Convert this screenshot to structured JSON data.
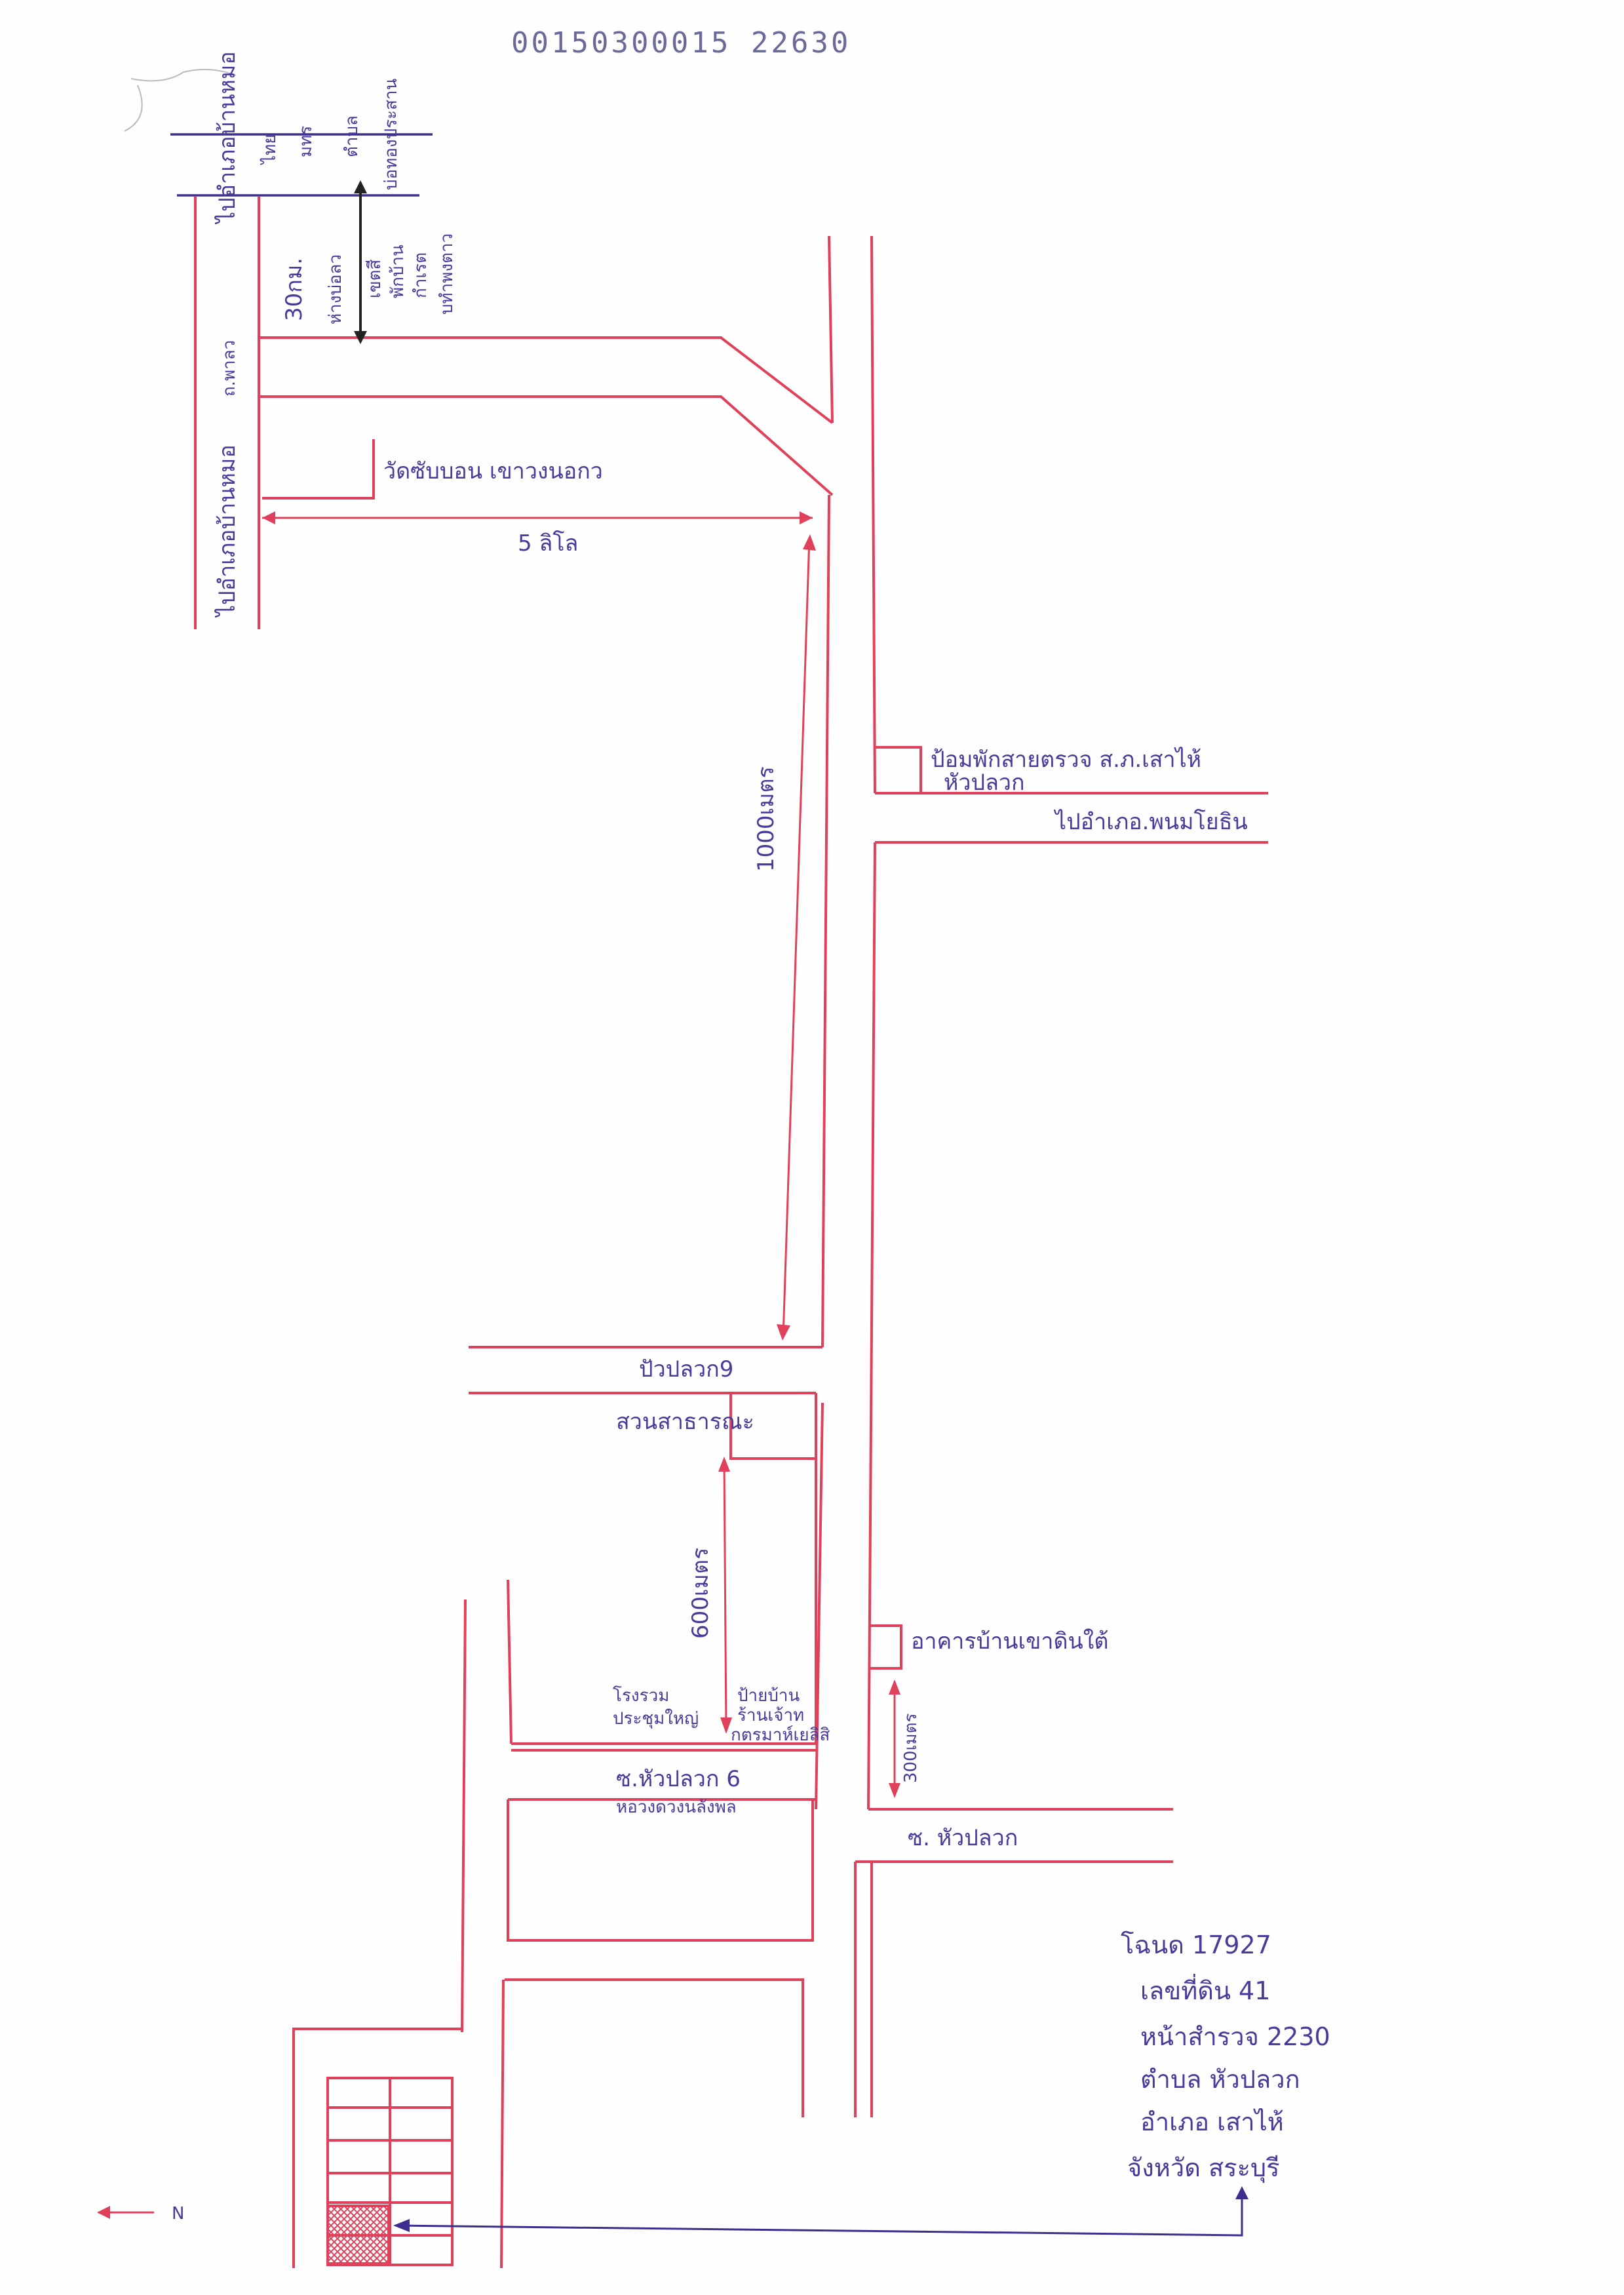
{
  "document_id": "00150300015 22630",
  "labels": {
    "left_top_vertical": "ไปอำเภอบ้านหมอ",
    "left_top_vertical_2": "ไปอำเภอบ้านหมอ",
    "top_right_vertical_1": "ไทย",
    "top_right_vertical_2": "มทร",
    "top_right_vertical_3": "ตำบล",
    "top_right_vertical_4": "บ่อทองประสาน",
    "left_road_name": "ถ.พาลว",
    "distance_30km_1": "30กม.",
    "distance_30km_2": "ห่างบ่อลว",
    "vertical_mid_1": "เขตสี",
    "vertical_mid_2": "พักบ้าน",
    "vertical_mid_3": "กำเรต",
    "vertical_mid_4": "บทำพงตาว",
    "temple": "วัดซับบอน เขาวงนอกว",
    "distance_5": "5 ลิโล",
    "distance_1000": "1000เมตร",
    "office_1": "ป้อมพักสายตรวจ ส.ภ.เสาไห้",
    "office_2": "หัวปลวก",
    "to_district": "ไปอำเภอ.พนมโยธิน",
    "soi_9": "ปัวปลวก9",
    "park": "สวนสาธารณะ",
    "distance_600": "600เมตร",
    "school_1": "โรงรวม",
    "school_2": "ประชุมใหญ่",
    "corner_1": "ป้ายบ้าน",
    "corner_2": "ร้านเจ้าท",
    "corner_3": "กตรมาห์เยลิสิ",
    "soi_6": "ซ.หัวปลวก 6",
    "soi_6_sub": "หอวงดวงนลังพล",
    "shop": "อาคารบ้านเขาดินใต้",
    "distance_300": "300เมตร",
    "soi_main": "ซ. หัวปลวก",
    "north": "N"
  },
  "info": {
    "line1": "โฉนด 17927",
    "line2": "เลขที่ดิน 41",
    "line3": "หน้าสำรวจ 2230",
    "line4": "ตำบล หัวปลวก",
    "line5": "อำเภอ เสาไห้",
    "line6": "จังหวัด สระบุรี"
  },
  "colors": {
    "road": "#e0405a",
    "ink": "#4a3a9c",
    "pencil": "#6a6a9a"
  }
}
